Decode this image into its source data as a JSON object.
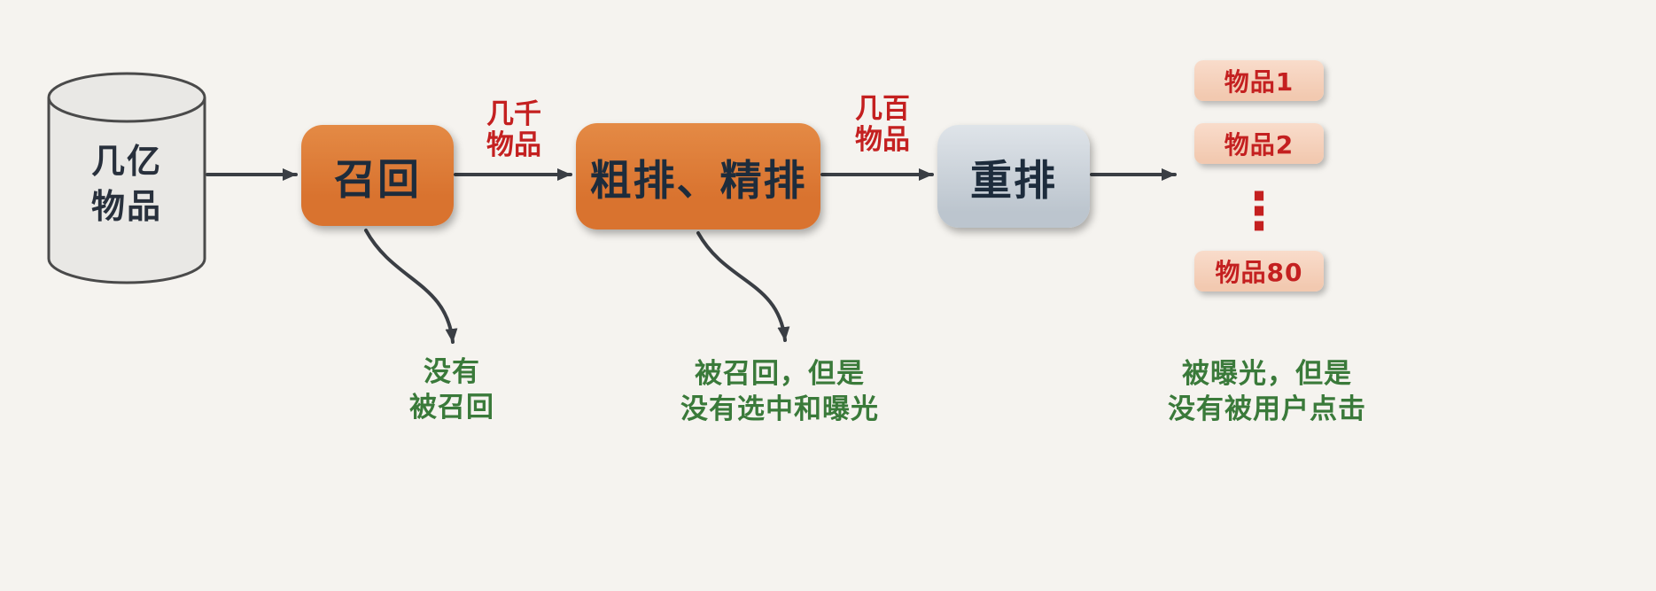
{
  "diagram": {
    "source": {
      "lines": [
        "几亿",
        "物品"
      ]
    },
    "stages": [
      {
        "label": "召回"
      },
      {
        "label": "粗排、精排"
      },
      {
        "label": "重排"
      }
    ],
    "edge_labels": [
      {
        "lines": [
          "几千",
          "物品"
        ]
      },
      {
        "lines": [
          "几百",
          "物品"
        ]
      }
    ],
    "outputs": {
      "items": [
        "物品1",
        "物品2",
        "物品80"
      ],
      "ellipsis": "⋮"
    },
    "annotations": [
      {
        "lines": [
          "没有",
          "被召回"
        ]
      },
      {
        "lines": [
          "被召回，但是",
          "没有选中和曝光"
        ]
      },
      {
        "lines": [
          "被曝光，但是",
          "没有被用户点击"
        ]
      }
    ],
    "colors": {
      "canvas_bg": "#f5f3ef",
      "stage_orange": "#d9732f",
      "stage_gray": "#bcc5ce",
      "item_pink": "#f2c9b0",
      "red_text": "#c42020",
      "green_text": "#3a7a3a",
      "arrow": "#3a3e44",
      "cylinder_fill": "#e9e8e5",
      "cylinder_stroke": "#4a4a4a"
    }
  }
}
